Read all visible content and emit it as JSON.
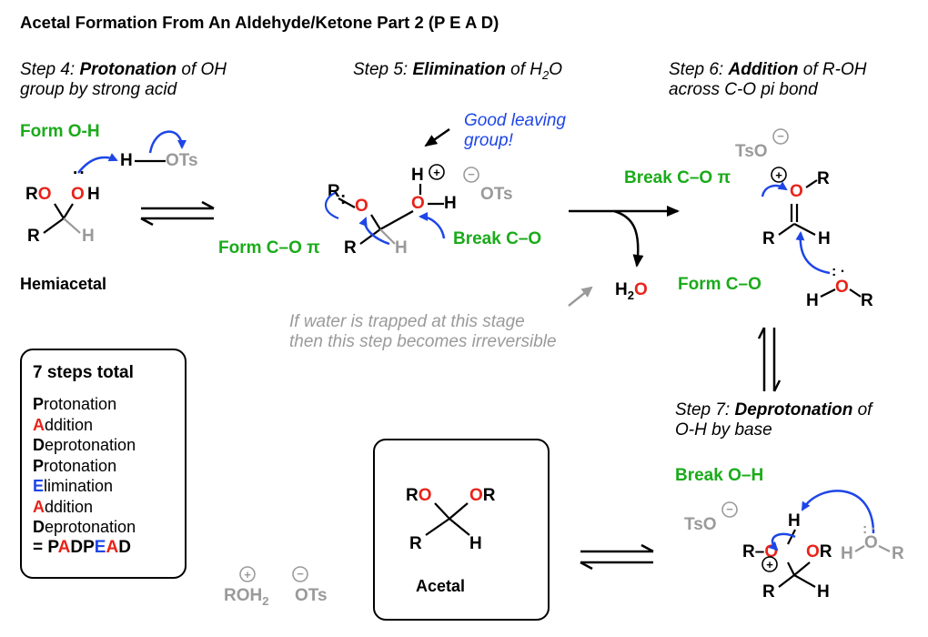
{
  "title": "Acetal Formation From An Aldehyde/Ketone Part 2 (P E A D)",
  "steps": {
    "step4": {
      "prefix": "Step 4: ",
      "bold": "Protonation",
      "rest1": " of OH",
      "line2": "group by strong acid"
    },
    "step5": {
      "prefix": "Step 5: ",
      "bold": "Elimination",
      "rest": " of H",
      "sub": "2",
      "tail": "O"
    },
    "step6": {
      "prefix": "Step 6: ",
      "bold": "Addition",
      "rest1": " of R-OH",
      "line2": "across C-O pi bond"
    },
    "step7": {
      "prefix": "Step 7: ",
      "bold": "Deprotonation",
      "rest1": " of",
      "line2": "O-H by base"
    }
  },
  "labels": {
    "form_oh": "Form O-H",
    "form_co_pi": "Form C–O π",
    "break_co": "Break C–O",
    "break_co_pi": "Break C–O π",
    "form_co": "Form C–O",
    "break_oh": "Break O–H",
    "good_leaving_1": "Good leaving",
    "good_leaving_2": "group!",
    "water_note_1": "If water is trapped at this stage",
    "water_note_2": "then this step becomes irreversible",
    "hemiacetal": "Hemiacetal",
    "acetal": "Acetal"
  },
  "summary": {
    "heading": "7 steps total",
    "items": [
      {
        "first": "P",
        "rest": "rotonation",
        "color": "#000000"
      },
      {
        "first": "A",
        "rest": "ddition",
        "color": "#e8231a"
      },
      {
        "first": "D",
        "rest": "eprotonation",
        "color": "#000000"
      },
      {
        "first": "P",
        "rest": "rotonation",
        "color": "#000000"
      },
      {
        "first": "E",
        "rest": "limination",
        "color": "#1e46e6"
      },
      {
        "first": "A",
        "rest": "ddition",
        "color": "#e8231a"
      },
      {
        "first": "D",
        "rest": "eprotonation",
        "color": "#000000"
      }
    ],
    "equals": "= ",
    "acronym": [
      {
        "ch": "P",
        "color": "#000000"
      },
      {
        "ch": "A",
        "color": "#e8231a"
      },
      {
        "ch": "D",
        "color": "#000000"
      },
      {
        "ch": "P",
        "color": "#000000"
      },
      {
        "ch": "E",
        "color": "#1e46e6"
      },
      {
        "ch": "A",
        "color": "#e8231a"
      },
      {
        "ch": "D",
        "color": "#000000"
      }
    ]
  },
  "atoms": {
    "H": "H",
    "O": "O",
    "R": "R",
    "OTs": "OTs",
    "TsO": "TsO",
    "ROH2_a": "ROH",
    "ROH2_sub": "2",
    "dots": "··"
  },
  "colors": {
    "green": "#1aab1a",
    "blue": "#1e46e6",
    "red": "#e8231a",
    "gray": "#9a9a9a"
  }
}
